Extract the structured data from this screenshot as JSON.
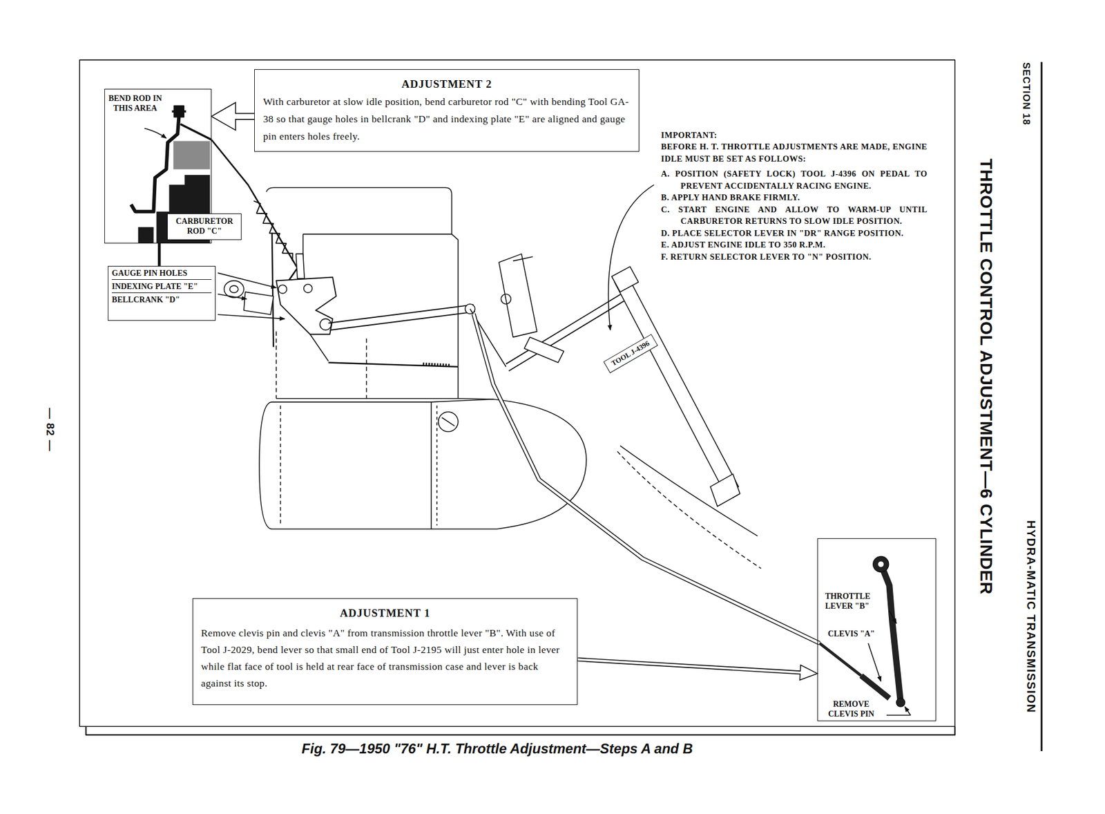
{
  "diagram": {
    "title": "THROTTLE CONTROL ADJUSTMENT—6 CYLINDER",
    "caption": "Fig. 79—1950 \"76\" H.T. Throttle Adjustment—Steps A and B",
    "nodes": [
      {
        "text": [
          "BEND ROD IN THIS AREA"
        ]
      },
      {
        "text": [
          "ADJUSTMENT 2",
          "With carburetor at slow idle position, bend carburetor rod \"C\" with bending Tool GA-38 so that gauge holes in bellcrank \"D\" and indexing plate \"E\" are aligned and gauge pin enters holes freely."
        ]
      },
      {
        "text": [
          "CARBURETOR ROD \"C\""
        ]
      },
      {
        "text": [
          "GAUGE PIN HOLES",
          "INDEXING PLATE \"E\"",
          "BELLCRANK \"D\""
        ]
      },
      {
        "text": [
          "ADJUSTMENT 1",
          "Remove clevis pin and clevis \"A\" from transmission throttle lever \"B\". With use of Tool J-2029, bend lever so that small end of Tool J-2195 will just enter hole in lever while flat face of tool is held at rear face of transmission case and lever is back against its stop."
        ]
      },
      {
        "text": [
          "THROTTLE LEVER \"B\"",
          "CLEVIS \"A\"",
          "REMOVE CLEVIS PIN"
        ]
      }
    ],
    "edges": [
      {
        "from": 1,
        "to": 0,
        "arrow": "to"
      },
      {
        "from": 4,
        "to": 5,
        "arrow": "to"
      }
    ],
    "labels": [
      "SECTION 18",
      "HYDRA-MATIC TRANSMISSION",
      "— 82 —",
      "IMPORTANT:",
      "BEFORE H. T. THROTTLE ADJUSTMENTS ARE MADE, ENGINE IDLE MUST BE SET AS FOLLOWS:",
      "A. POSITION (SAFETY LOCK) TOOL J-4396 ON PEDAL TO PREVENT ACCIDENTALLY RACING ENGINE.",
      "B. APPLY HAND BRAKE FIRMLY.",
      "C. START ENGINE AND ALLOW TO WARM-UP UNTIL CARBURETOR RETURNS TO SLOW IDLE POSITION.",
      "D. PLACE SELECTOR LEVER IN \"DR\" RANGE POSITION.",
      "E. ADJUST ENGINE IDLE TO 350 R.P.M.",
      "F. RETURN SELECTOR LEVER TO \"N\" POSITION.",
      "TOOL J-4396"
    ]
  }
}
